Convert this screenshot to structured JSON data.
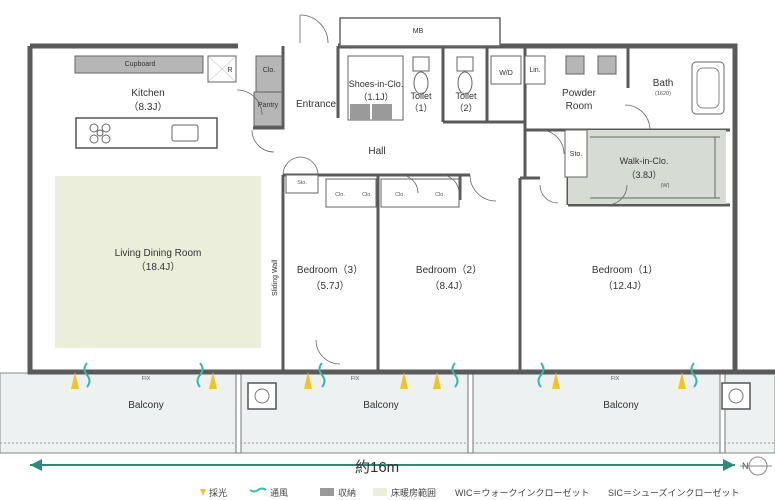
{
  "rooms": {
    "kitchen": {
      "name": "Kitchen",
      "size": "（8.3J）"
    },
    "living": {
      "name": "Living Dining Room",
      "size": "（18.4J）"
    },
    "entrance": {
      "name": "Entrance"
    },
    "shoes": {
      "name": "Shoes-in-Clo.",
      "size": "（1.1J）"
    },
    "toilet1": {
      "name": "Toilet",
      "size": "（1）"
    },
    "toilet2": {
      "name": "Toilet",
      "size": "（2）"
    },
    "powder": {
      "name": "Powder",
      "name2": "Room"
    },
    "bath": {
      "name": "Bath",
      "size": "(1620)"
    },
    "hall": {
      "name": "Hall"
    },
    "walkin": {
      "name": "Walk-in-Clo.",
      "size": "（3.8J）"
    },
    "bed3": {
      "name": "Bedroom（3）",
      "size": "（5.7J）"
    },
    "bed2": {
      "name": "Bedroom（2）",
      "size": "（8.4J）"
    },
    "bed1": {
      "name": "Bedroom（1）",
      "size": "（12.4J）"
    }
  },
  "small_labels": {
    "mb": "MB",
    "cupboard": "Cupboard",
    "r": "R",
    "clo": "Clo.",
    "pantry": "Pantry",
    "wd": "W/D",
    "lin": "Lin.",
    "sto": "Sto.",
    "w": "(W)",
    "fix": "FIX",
    "sliding_wall": "Sliding Wall"
  },
  "balconies": [
    "Balcony",
    "Balcony",
    "Balcony"
  ],
  "scale_text": "約16m",
  "compass": "N",
  "legend": {
    "light": "採光",
    "wind": "通風",
    "storage": "収納",
    "floor_heating": "床暖房範囲",
    "wic": "WIC＝ウォークインクローゼット",
    "sic": "SIC＝シューズインクローゼット"
  },
  "colors": {
    "wall": "#5a5a5a",
    "floor_heating": "#eaeedb",
    "walkin_floor": "#d6dcd3",
    "storage": "#9a9a9a",
    "light_arrow": "#f2c230",
    "wind_arrow": "#3ab7a8",
    "scale_arrow": "#2e8b7a",
    "balcony_fill": "#eef1f1"
  }
}
